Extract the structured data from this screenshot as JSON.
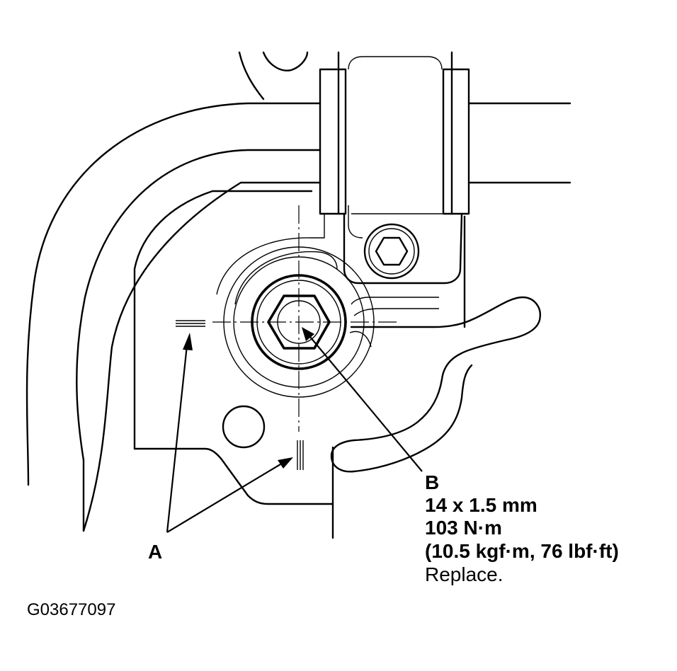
{
  "callouts": {
    "a": {
      "letter": "A"
    },
    "b": {
      "letter": "B",
      "thread": "14 x 1.5 mm",
      "torque_nm": "103 N·m",
      "torque_alt": "(10.5 kgf·m, 76 lbf·ft)",
      "note": "Replace."
    }
  },
  "figure_id": "G03677097"
}
